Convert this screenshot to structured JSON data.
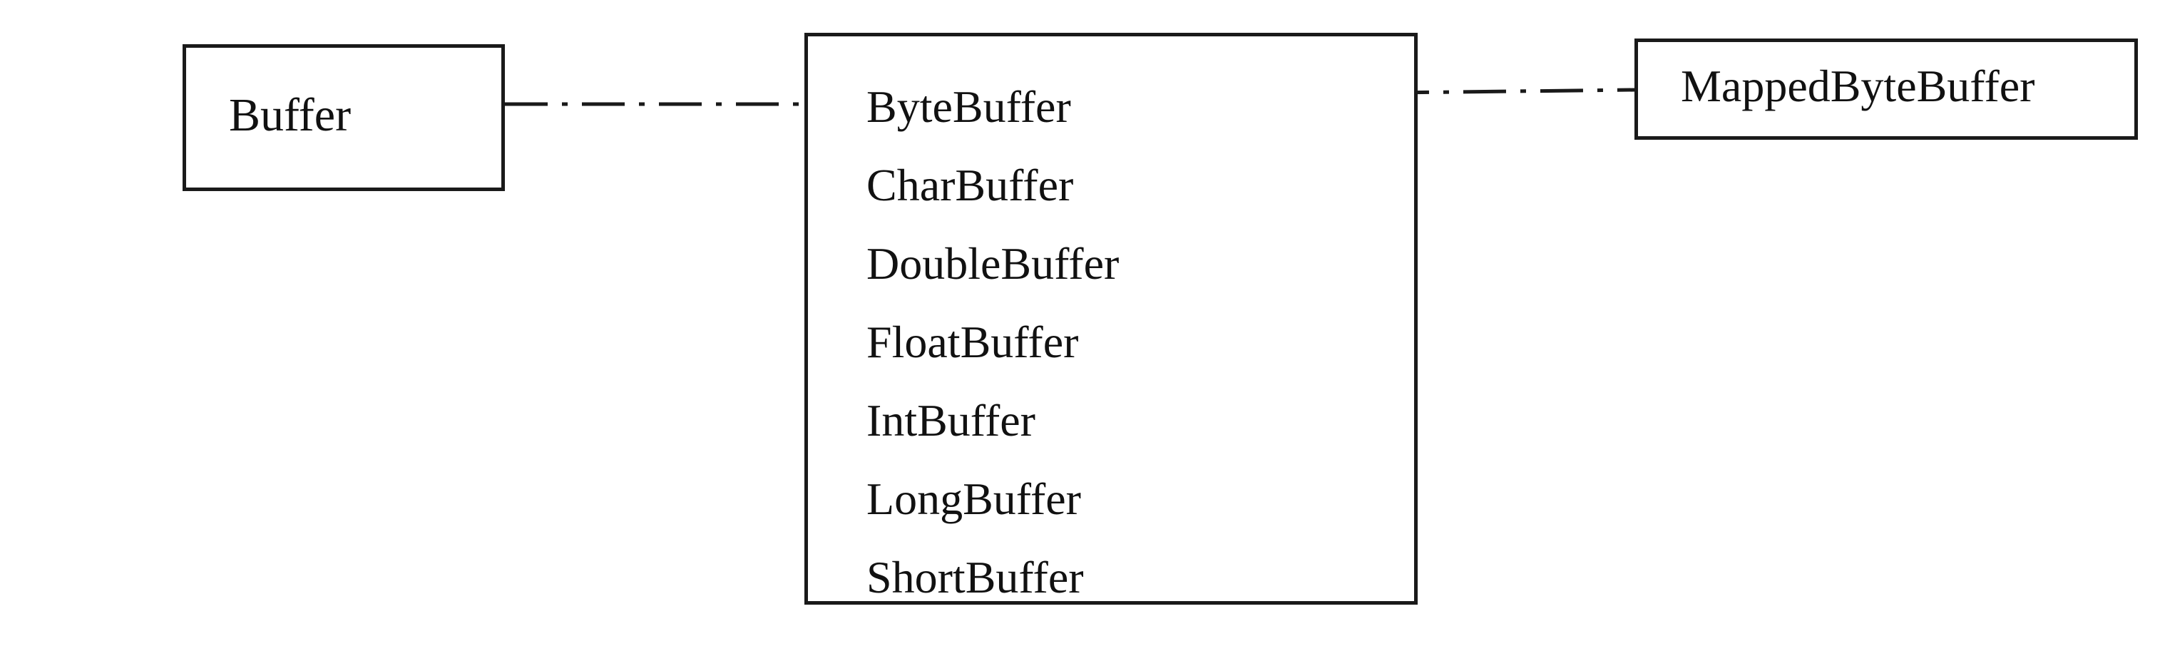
{
  "diagram": {
    "parent": {
      "label": "Buffer"
    },
    "subclasses": {
      "items": [
        "ByteBuffer",
        "CharBuffer",
        "DoubleBuffer",
        "FloatBuffer",
        "IntBuffer",
        "LongBuffer",
        "ShortBuffer"
      ]
    },
    "child": {
      "label": "MappedByteBuffer"
    },
    "connector_style": "dash-dot",
    "line_color": "#1a1a1a"
  }
}
